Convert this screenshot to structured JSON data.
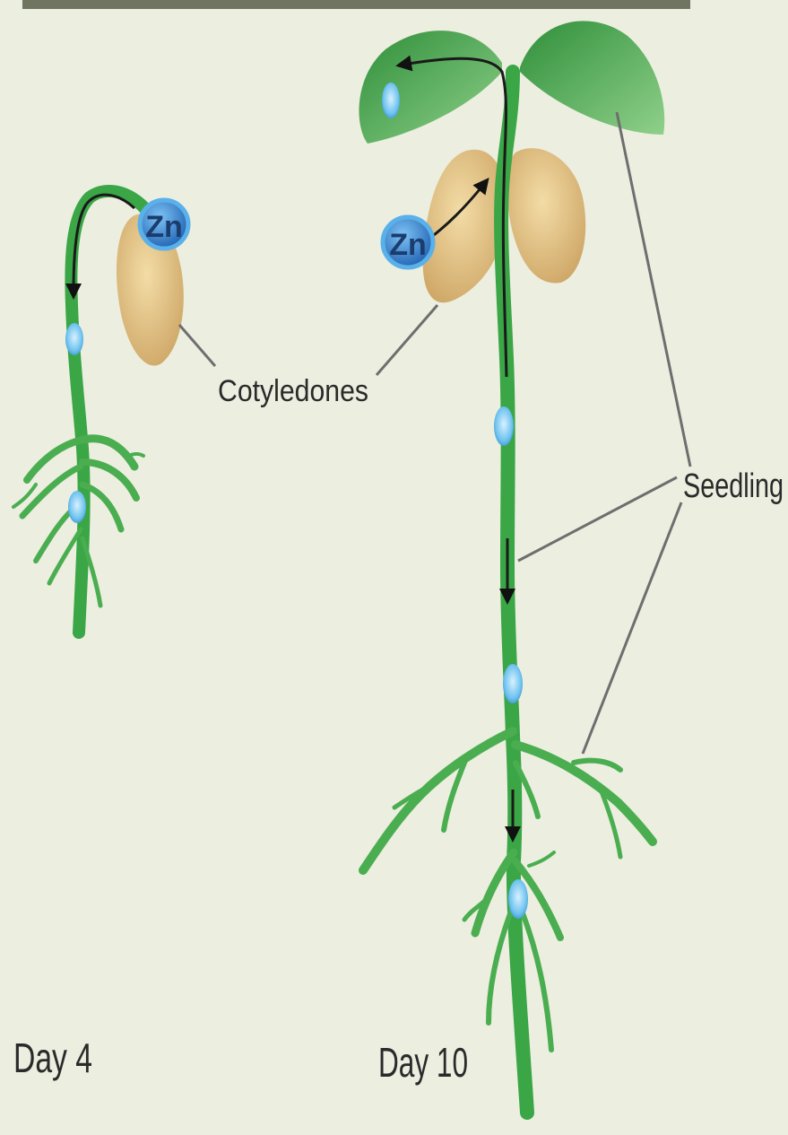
{
  "labels": {
    "cotyledons": "Cotyledones",
    "seedling": "Seedling",
    "day_left": "Day 4",
    "day_right": "Day 10",
    "zinc_left": "Zn",
    "zinc_right": "Zn"
  },
  "colors": {
    "background": "#eceee0",
    "top_bar": "#6f7560",
    "stem": "#3aa646",
    "stem_dark": "#1f5c28",
    "leaf": "#4cb25a",
    "cotyledon": "#e2c48a",
    "zinc_outer": "#2f7fd1",
    "zinc_inner": "#8ec9f2",
    "leader_line": "#6e6e6e"
  }
}
